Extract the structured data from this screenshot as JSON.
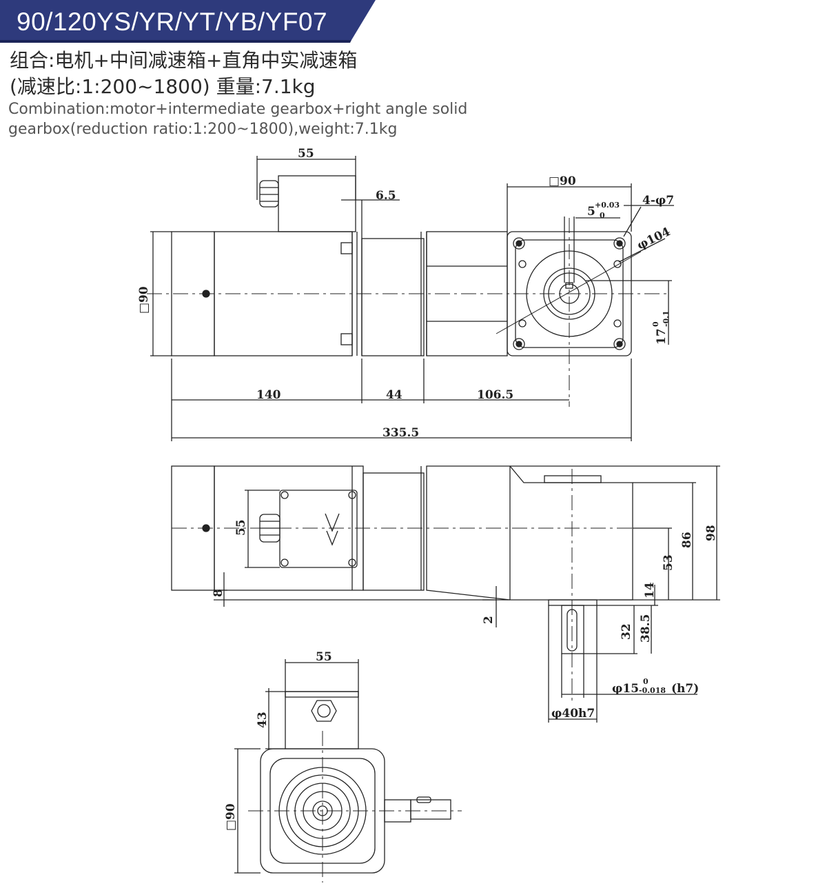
{
  "header": {
    "model": "90/120YS/YR/YT/YB/YF07",
    "cn_line1": "组合:电机+中间减速箱+直角中实减速箱",
    "cn_line2": "(减速比:1:200~1800) 重量:7.1kg",
    "en_line1": "Combination:motor+intermediate gearbox+right angle solid",
    "en_line2": "gearbox(reduction ratio:1:200~1800),weight:7.1kg"
  },
  "colors": {
    "banner": "#2e3a7c",
    "line": "#222222"
  },
  "dimensions": {
    "top_view": {
      "terminal_width": "55",
      "offset": "6.5",
      "flange_square": "□90",
      "keyway": "5",
      "keyway_tol_upper": "+0.03",
      "keyway_tol_lower": "0",
      "bolt_holes": "4-φ7",
      "pcd": "φ104",
      "motor_square": "□90",
      "key_height": "17",
      "key_tol_upper": "0",
      "key_tol_lower": "-0.1",
      "motor_length": "140",
      "intermediate_length": "44",
      "gearbox_length": "106.5",
      "total_length": "335.5"
    },
    "side_view": {
      "terminal_box": "55",
      "base_offset": "8",
      "gap": "2",
      "shaft_center": "53",
      "housing_height": "86",
      "total_height": "98",
      "spigot": "14",
      "key_length": "32",
      "shaft_length": "38.5",
      "shaft_diameter": "φ15",
      "shaft_tol_upper": "0",
      "shaft_tol_lower": "-0.018",
      "shaft_fit": "(h7)",
      "pilot_diameter": "φ40h7"
    },
    "end_view": {
      "terminal_width": "55",
      "terminal_height": "43",
      "square": "□90"
    }
  }
}
